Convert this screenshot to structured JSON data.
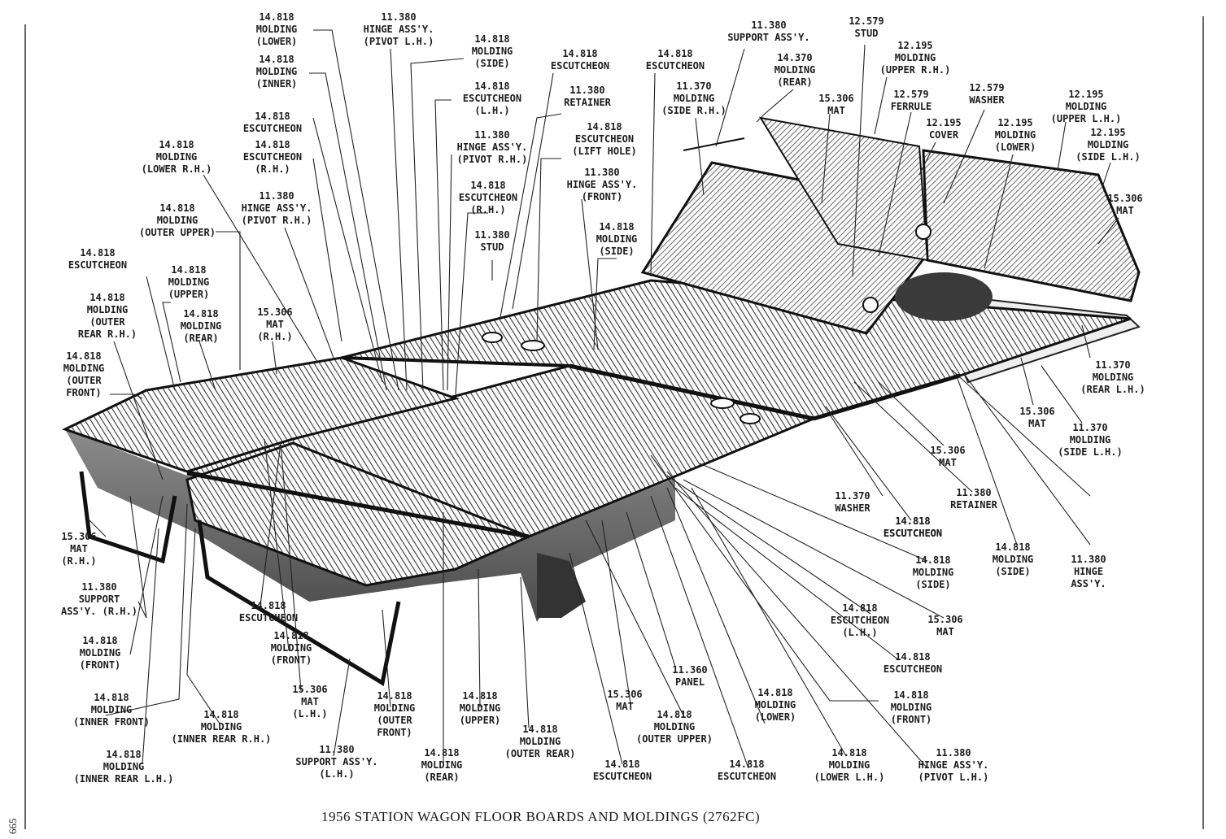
{
  "caption": "1956 STATION WAGON FLOOR BOARDS AND MOLDINGS (2762FC)",
  "page_number": "665",
  "callouts": [
    [
      "14.818",
      "MOLDING",
      "(LOWER)"
    ],
    [
      "11.380",
      "HINGE ASS'Y.",
      "(PIVOT L.H.)"
    ],
    [
      "14.818",
      "MOLDING",
      "(SIDE)"
    ],
    [
      "14.818",
      "MOLDING",
      "(INNER)"
    ],
    [
      "14.818",
      "ESCUTCHEON"
    ],
    [
      "14.818",
      "ESCUTCHEON",
      "(L.H.)"
    ],
    [
      "14.818",
      "ESCUTCHEON"
    ],
    [
      "14.818",
      "ESCUTCHEON"
    ],
    [
      "11.380",
      "RETAINER"
    ],
    [
      "11.380",
      "HINGE ASS'Y.",
      "(PIVOT R.H.)"
    ],
    [
      "14.818",
      "ESCUTCHEON",
      "(LIFT HOLE)"
    ],
    [
      "14.818",
      "ESCUTCHEON",
      "(R.H.)"
    ],
    [
      "14.818",
      "MOLDING",
      "(LOWER R.H.)"
    ],
    [
      "11.380",
      "HINGE ASS'Y.",
      "(FRONT)"
    ],
    [
      "14.818",
      "ESCUTCHEON",
      "(R.H.)"
    ],
    [
      "11.380",
      "HINGE ASS'Y.",
      "(PIVOT R.H.)"
    ],
    [
      "11.380",
      "STUD"
    ],
    [
      "14.818",
      "MOLDING",
      "(OUTER UPPER)"
    ],
    [
      "14.818",
      "MOLDING",
      "(SIDE)"
    ],
    [
      "11.380",
      "SUPPORT ASS'Y."
    ],
    [
      "12.579",
      "STUD"
    ],
    [
      "14.370",
      "MOLDING",
      "(REAR)"
    ],
    [
      "11.370",
      "MOLDING",
      "(SIDE R.H.)"
    ],
    [
      "15.306",
      "MAT"
    ],
    [
      "12.195",
      "MOLDING",
      "(UPPER R.H.)"
    ],
    [
      "12.579",
      "FERRULE"
    ],
    [
      "12.579",
      "WASHER"
    ],
    [
      "12.195",
      "COVER"
    ],
    [
      "12.195",
      "MOLDING",
      "(LOWER)"
    ],
    [
      "12.195",
      "MOLDING",
      "(UPPER L.H.)"
    ],
    [
      "12.195",
      "MOLDING",
      "(SIDE L.H.)"
    ],
    [
      "15.306",
      "MAT"
    ],
    [
      "14.818",
      "ESCUTCHEON"
    ],
    [
      "14.818",
      "MOLDING",
      "(UPPER)"
    ],
    [
      "14.818",
      "MOLDING",
      "(OUTER",
      "REAR R.H.)"
    ],
    [
      "14.818",
      "MOLDING",
      "(REAR)"
    ],
    [
      "15.306",
      "MAT",
      "(R.H.)"
    ],
    [
      "14.818",
      "MOLDING",
      "(OUTER",
      "FRONT)"
    ],
    [
      "11.370",
      "MOLDING",
      "(REAR L.H.)"
    ],
    [
      "15.306",
      "MAT"
    ],
    [
      "11.370",
      "MOLDING",
      "(SIDE L.H.)"
    ],
    [
      "15.306",
      "MAT"
    ],
    [
      "11.380",
      "RETAINER"
    ],
    [
      "11.370",
      "WASHER"
    ],
    [
      "14.818",
      "ESCUTCHEON"
    ],
    [
      "14.818",
      "ESCUTCHEON"
    ],
    [
      "14.818",
      "MOLDING",
      "(SIDE)"
    ],
    [
      "14.818",
      "MOLDING",
      "(SIDE)"
    ],
    [
      "11.380",
      "HINGE",
      "ASS'Y."
    ],
    [
      "15.306",
      "MAT",
      "(R.H.)"
    ],
    [
      "11.380",
      "SUPPORT",
      "ASS'Y. (R.H.)"
    ],
    [
      "14.818",
      "ESCUTCHEON"
    ],
    [
      "14.818",
      "ESCUTCHEON",
      "(L.H.)"
    ],
    [
      "15.306",
      "MAT"
    ],
    [
      "14.818",
      "MOLDING",
      "(FRONT)"
    ],
    [
      "14.818",
      "MOLDING",
      "(FRONT)"
    ],
    [
      "14.818",
      "ESCUTCHEON"
    ],
    [
      "14.818",
      "MOLDING",
      "(FRONT)"
    ],
    [
      "15.306",
      "MAT",
      "(L.H.)"
    ],
    [
      "14.818",
      "MOLDING",
      "(OUTER",
      "FRONT)"
    ],
    [
      "14.818",
      "MOLDING",
      "(UPPER)"
    ],
    [
      "11.360",
      "PANEL"
    ],
    [
      "15.306",
      "MAT"
    ],
    [
      "14.818",
      "MOLDING",
      "(LOWER)"
    ],
    [
      "14.818",
      "MOLDING",
      "(INNER FRONT)"
    ],
    [
      "14.818",
      "MOLDING",
      "(INNER REAR R.H.)"
    ],
    [
      "14.818",
      "MOLDING",
      "(OUTER UPPER)"
    ],
    [
      "14.818",
      "MOLDING",
      "(OUTER REAR)"
    ],
    [
      "11.380",
      "SUPPORT ASS'Y.",
      "(L.H.)"
    ],
    [
      "14.818",
      "MOLDING",
      "(REAR)"
    ],
    [
      "14.818",
      "ESCUTCHEON"
    ],
    [
      "14.818",
      "ESCUTCHEON"
    ],
    [
      "14.818",
      "MOLDING",
      "(LOWER L.H.)"
    ],
    [
      "11.380",
      "HINGE ASS'Y.",
      "(PIVOT L.H.)"
    ],
    [
      "14.818",
      "MOLDING",
      "(INNER REAR L.H.)"
    ]
  ]
}
